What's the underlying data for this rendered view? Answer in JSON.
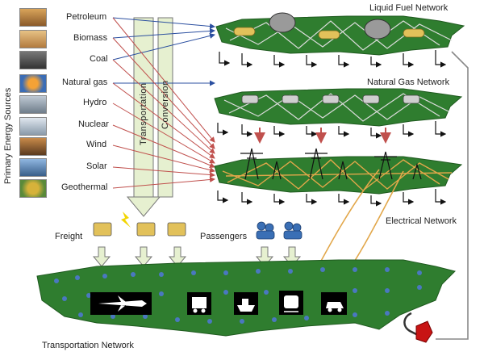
{
  "sidebar_title": "Primary Energy Sources",
  "sources": [
    "Petroleum",
    "Biomass",
    "Coal",
    "Natural gas",
    "Hydro",
    "Nuclear",
    "Wind",
    "Solar",
    "Geothermal"
  ],
  "bars": {
    "transportation": "Transportation",
    "conversion": "Conversion"
  },
  "networks": {
    "liquid_fuel": "Liquid Fuel Network",
    "natural_gas": "Natural Gas Network",
    "electrical": "Electrical Network",
    "transportation": "Transportation Network"
  },
  "demand": {
    "freight": "Freight",
    "passengers": "Passengers"
  },
  "colors": {
    "map_green": "#2f7d2f",
    "arrow_blue": "#2b4fa0",
    "arrow_red": "#c0504d",
    "bar_fill": "#e6f0d0",
    "power_line": "#e2a74a",
    "pump_red": "#c81414"
  },
  "icons": [
    "oil-barrel-icon",
    "tanker-truck-icon",
    "pipeline-icon",
    "power-tower-icon",
    "airplane-icon",
    "truck-icon",
    "ship-icon",
    "train-icon",
    "car-icon",
    "fuel-pump-icon",
    "people-icon"
  ]
}
